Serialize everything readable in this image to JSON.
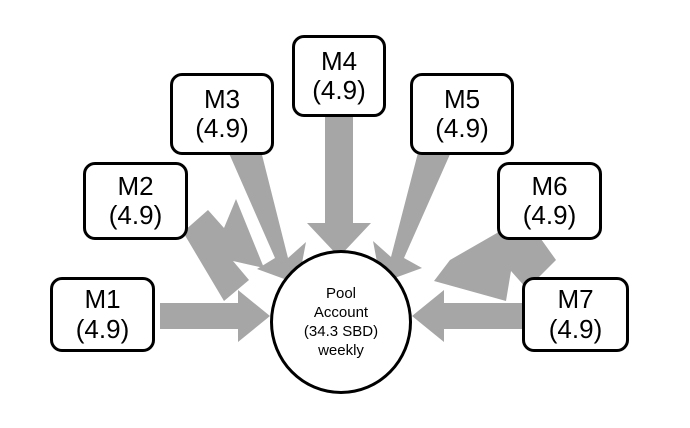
{
  "diagram": {
    "type": "hub-and-spoke-flow",
    "title_visible": false,
    "background_color": "#ffffff",
    "node_border_color": "#000000",
    "arrow_color": "#a6a6a6",
    "center": {
      "shape": "circle",
      "lines": [
        "Pool",
        "Account",
        "(34.3 SBD)",
        "weekly"
      ],
      "line1": "Pool",
      "line2": "Account",
      "line3": "(34.3 SBD)",
      "line4": "weekly",
      "amount": "34.3 SBD",
      "frequency": "weekly"
    },
    "members": [
      {
        "id": "m1",
        "label": "M1",
        "value": "(4.9)",
        "direction": "to-center",
        "arrow": "horizontal-right"
      },
      {
        "id": "m2",
        "label": "M2",
        "value": "(4.9)",
        "direction": "to-center",
        "arrow": "diagonal-down-right"
      },
      {
        "id": "m3",
        "label": "M3",
        "value": "(4.9)",
        "direction": "to-center",
        "arrow": "diagonal-down-right-steep"
      },
      {
        "id": "m4",
        "label": "M4",
        "value": "(4.9)",
        "direction": "to-center",
        "arrow": "vertical-down"
      },
      {
        "id": "m5",
        "label": "M5",
        "value": "(4.9)",
        "direction": "to-center",
        "arrow": "diagonal-down-left-steep"
      },
      {
        "id": "m6",
        "label": "M6",
        "value": "(4.9)",
        "direction": "to-center",
        "arrow": "diagonal-down-left"
      },
      {
        "id": "m7",
        "label": "M7",
        "value": "(4.9)",
        "direction": "to-center",
        "arrow": "horizontal-left"
      }
    ]
  }
}
